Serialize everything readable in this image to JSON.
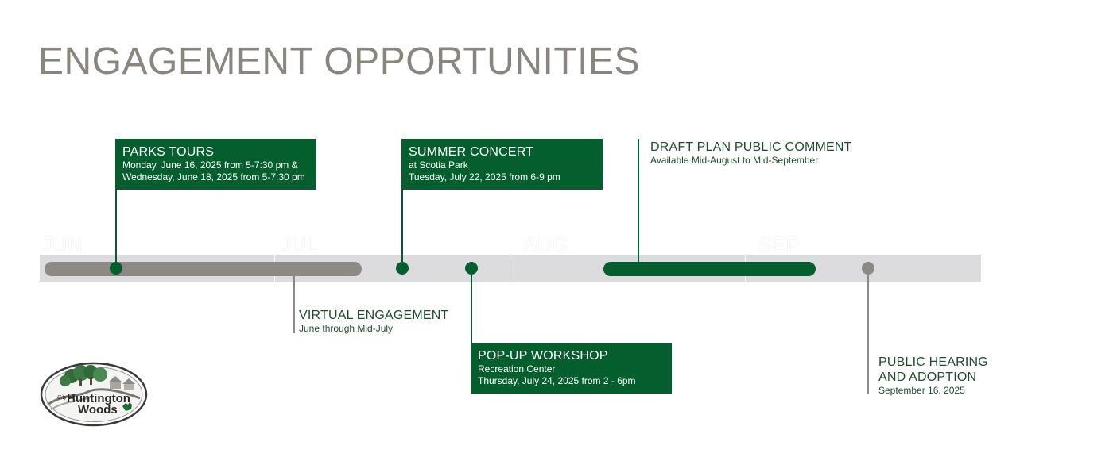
{
  "title": "ENGAGEMENT OPPORTUNITIES",
  "months": [
    "JUN",
    "JUL",
    "AUG",
    "SEP"
  ],
  "events": {
    "parks_tours": {
      "heading": "PARKS TOURS",
      "line1": "Monday, June 16, 2025 from 5-7:30 pm &",
      "line2": "Wednesday, June 18, 2025 from 5-7:30 pm"
    },
    "summer_concert": {
      "heading": "SUMMER CONCERT",
      "line1": "at Scotia Park",
      "line2": "Tuesday, July 22, 2025 from 6-9 pm"
    },
    "draft_plan": {
      "heading": "DRAFT PLAN PUBLIC COMMENT",
      "line1": "Available Mid-August to Mid-September"
    },
    "virtual_engagement": {
      "heading": "VIRTUAL ENGAGEMENT",
      "line1": "June through Mid-July"
    },
    "popup_workshop": {
      "heading": "POP-UP WORKSHOP",
      "line1": "Recreation Center",
      "line2": "Thursday, July 24, 2025 from 2 - 6pm"
    },
    "public_hearing": {
      "heading_line1": "PUBLIC HEARING",
      "heading_line2": "AND ADOPTION",
      "line1": "September 16, 2025"
    }
  },
  "logo": {
    "text_small": "City of",
    "text_line1": "Huntington",
    "text_line2": "Woods"
  },
  "colors": {
    "green": "#045e2e",
    "gray": "#8d8984",
    "track": "#dcdcde",
    "title": "#8a857e"
  }
}
